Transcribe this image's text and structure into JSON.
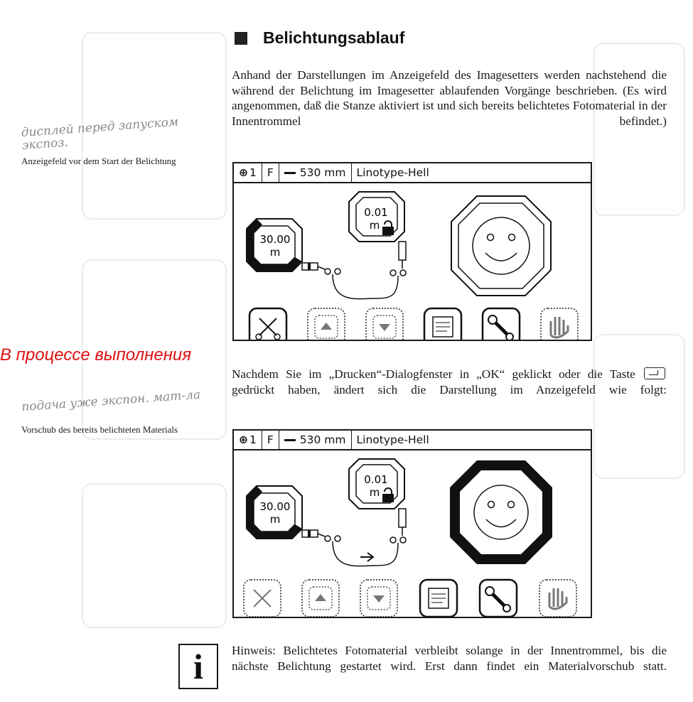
{
  "heading": "Belichtungsablauf",
  "intro": "Anhand der Darstellungen im Anzeigefeld des Imagesetters werden nachstehend die während der Belichtung im Imagesetter ablaufenden Vorgänge beschrieben. (Es wird angenommen, daß die Stanze aktiviert ist und sich bereits belichtetes Fotomaterial in der Innentrommel befindet.)",
  "annotation_ru": "В процессе выполнения",
  "captions": {
    "before": "Anzeigefeld vor dem Start der Belichtung",
    "feed": "Vorschub des bereits belichteten Materials"
  },
  "handwriting": {
    "note1": "дисплей перед запуском экспоз.",
    "note2": "подача уже экспон. мат-ла"
  },
  "after_text": {
    "part1": "Nachdem Sie im „Drucken“-Dialogfenster in „OK“ geklickt oder die Taste",
    "part2": "gedrückt haben, ändert sich die Darstellung im Anzeigefeld wie folgt:"
  },
  "panel1": {
    "status": {
      "queue": "1",
      "mode": "F",
      "width": "530 mm",
      "device": "Linotype-Hell"
    },
    "supply": {
      "value": "30.00",
      "unit": "m"
    },
    "take_up": {
      "value": "0.01",
      "unit": "m"
    },
    "drum_active": false,
    "arrow": false
  },
  "panel2": {
    "status": {
      "queue": "1",
      "mode": "F",
      "width": "530 mm",
      "device": "Linotype-Hell"
    },
    "supply": {
      "value": "30.00",
      "unit": "m"
    },
    "take_up": {
      "value": "0.01",
      "unit": "m"
    },
    "drum_active": true,
    "arrow": true
  },
  "toolbar_icons": [
    "cut-icon",
    "feed-up-icon",
    "feed-down-icon",
    "document-icon",
    "wrench-icon",
    "hand-icon"
  ],
  "note": "Hinweis: Belichtetes Fotomaterial verbleibt solange in der Innentrommel, bis die nächste Belichtung gestartet wird. Erst dann findet ein Materialvorschub statt.",
  "note_icon": "i"
}
